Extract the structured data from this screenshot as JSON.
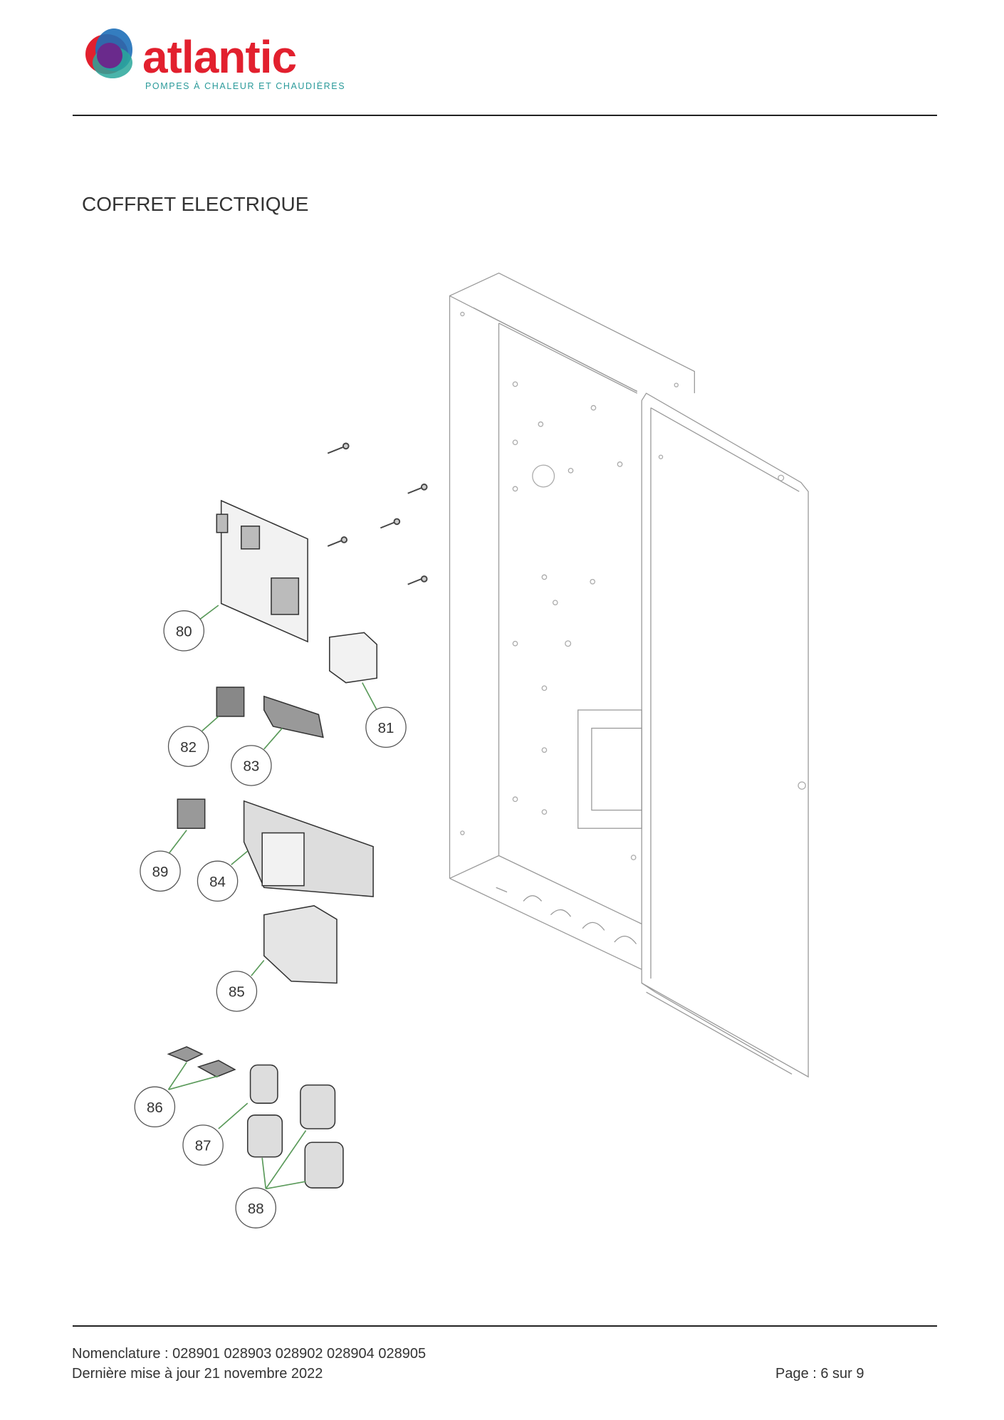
{
  "header": {
    "brand": "atlantic",
    "tagline": "POMPES À CHALEUR ET CHAUDIÈRES",
    "colors": {
      "brand_red": "#e2202e",
      "tagline_teal": "#2a9a9a",
      "blue": "#1e6fb8",
      "purple": "#6a2a8c"
    }
  },
  "page": {
    "title": "COFFRET ELECTRIQUE"
  },
  "diagram": {
    "callouts": [
      {
        "label": "80"
      },
      {
        "label": "81"
      },
      {
        "label": "82"
      },
      {
        "label": "83"
      },
      {
        "label": "89"
      },
      {
        "label": "84"
      },
      {
        "label": "85"
      },
      {
        "label": "86"
      },
      {
        "label": "87"
      },
      {
        "label": "88"
      }
    ],
    "leader_color": "#5a9a5a"
  },
  "footer": {
    "nomenclature": "Nomenclature : 028901 028903 028902 028904 028905",
    "updated": "Dernière mise à jour 21 novembre 2022",
    "page": "Page : 6 sur 9"
  }
}
